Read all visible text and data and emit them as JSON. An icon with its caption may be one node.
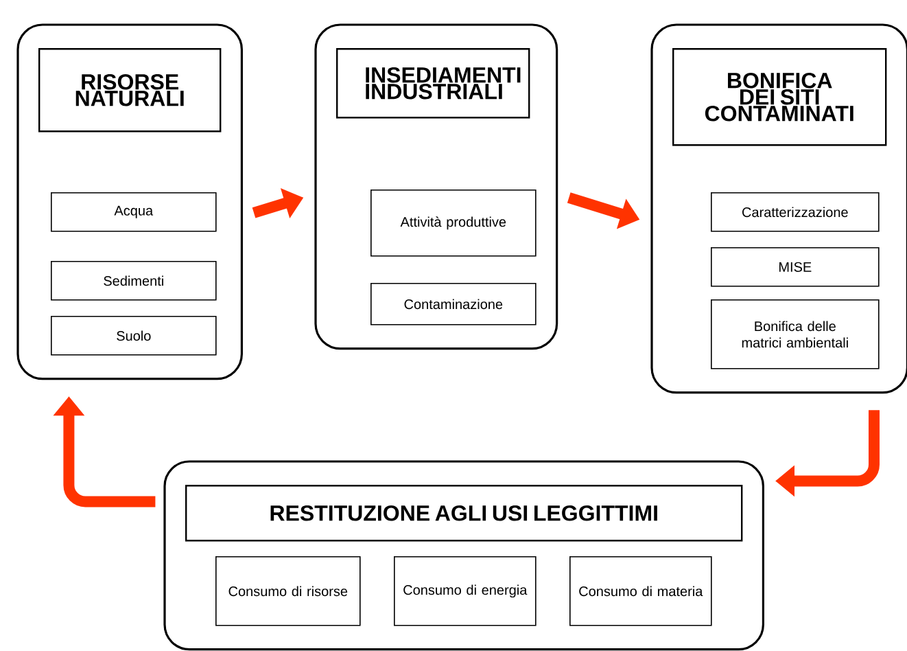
{
  "diagram": {
    "nodes": [
      {
        "text": [],
        "shape": "box"
      },
      {
        "text": [
          "RISORSE NATURALI"
        ],
        "in": 0
      },
      {
        "text": [
          "Acqua"
        ],
        "in": 0
      },
      {
        "text": [
          "Sedimenti"
        ],
        "in": 0
      },
      {
        "text": [
          "Suolo"
        ],
        "in": 0
      },
      {
        "text": [],
        "shape": "box"
      },
      {
        "text": [
          "INSEDIAMENTI INDUSTRIALI"
        ],
        "in": 5
      },
      {
        "text": [
          "Attività produttive"
        ],
        "in": 5
      },
      {
        "text": [
          "Contaminazione"
        ],
        "in": 5
      },
      {
        "text": [],
        "shape": "box"
      },
      {
        "text": [
          "BONIFICA DEI SITI CONTAMINATI"
        ],
        "in": 9
      },
      {
        "text": [
          "Caratterizzazione"
        ],
        "in": 9
      },
      {
        "text": [
          "MISE"
        ],
        "in": 9
      },
      {
        "text": [
          "Bonifica delle matrici ambientali"
        ],
        "in": 9
      },
      {
        "text": [],
        "shape": "box"
      },
      {
        "text": [
          "RESTITUZIONE AGLI USI LEGGITTIMI"
        ],
        "in": 14
      },
      {
        "text": [
          "Consumo di risorse"
        ],
        "in": 14
      },
      {
        "text": [
          "Consumo di energia"
        ],
        "in": 14
      },
      {
        "text": [
          "Consumo di materia"
        ],
        "in": 14
      }
    ],
    "edges": [
      {
        "from": 0,
        "to": 5,
        "arrow": "to",
        "color": "#ff3300"
      },
      {
        "from": 5,
        "to": 9,
        "arrow": "to",
        "color": "#ff3300"
      },
      {
        "from": 9,
        "to": 14,
        "arrow": "to",
        "color": "#ff3300"
      },
      {
        "from": 14,
        "to": 0,
        "arrow": "to",
        "color": "#ff3300"
      }
    ]
  }
}
